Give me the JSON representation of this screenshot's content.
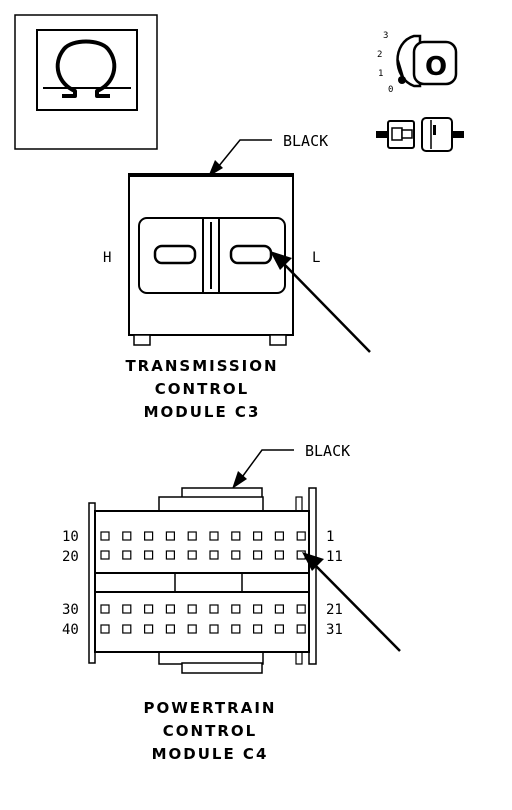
{
  "meter_icon": "ohmmeter-icon",
  "ignition": {
    "positions": [
      "3",
      "2",
      "1",
      "0"
    ],
    "key_letter": "O"
  },
  "c3": {
    "color_label": "BLACK",
    "side_left": "H",
    "side_right": "L",
    "title": [
      "TRANSMISSION",
      "CONTROL",
      "MODULE C3"
    ]
  },
  "c4": {
    "color_label": "BLACK",
    "pin_labels_left": [
      "10",
      "20",
      "30",
      "40"
    ],
    "pin_labels_right": [
      "1",
      "11",
      "21",
      "31"
    ],
    "pins_per_row": 10,
    "title": [
      "POWERTRAIN",
      "CONTROL",
      "MODULE C4"
    ]
  }
}
